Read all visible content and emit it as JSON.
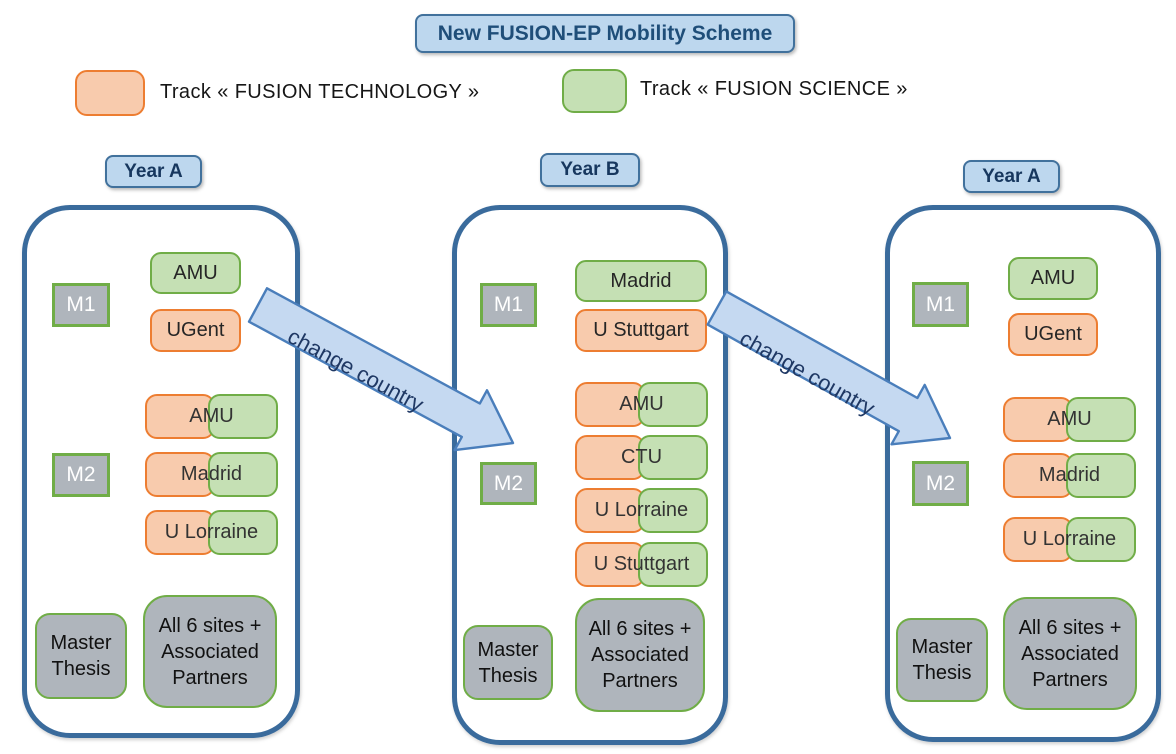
{
  "title": "New FUSION-EP Mobility Scheme",
  "legend": {
    "technology_label": "Track « FUSION TECHNOLOGY »",
    "science_label": "Track « FUSION SCIENCE »"
  },
  "arrow1": {
    "label": "change country"
  },
  "arrow2": {
    "label": "change country"
  },
  "colors": {
    "track_technology_fill": "#F8CBAD",
    "track_technology_border": "#ED7D31",
    "track_science_fill": "#C5E0B4",
    "track_science_border": "#70AD47",
    "stage_fill": "#AFB5BC",
    "year_badge_fill": "#BDD7EE",
    "year_badge_border": "#41719C",
    "title_text": "#1F4E79",
    "container_border": "#3A6B9C",
    "arrow_fill": "#C5D9F1",
    "arrow_border": "#4A7EBB"
  },
  "columns": [
    {
      "year": "Year A",
      "m1_label": "M1",
      "m1_boxes": [
        "AMU",
        "UGent"
      ],
      "m2_label": "M2",
      "m2_pairs": [
        "AMU",
        "Madrid",
        "U Lorraine"
      ],
      "master_thesis": "Master Thesis",
      "sites": "All 6 sites + Associated Partners"
    },
    {
      "year": "Year B",
      "m1_label": "M1",
      "m1_boxes": [
        "Madrid",
        "U Stuttgart"
      ],
      "m2_label": "M2",
      "m2_pairs": [
        "AMU",
        "CTU",
        "U Lorraine",
        "U Stuttgart"
      ],
      "master_thesis": "Master Thesis",
      "sites": "All 6 sites + Associated Partners"
    },
    {
      "year": "Year A",
      "m1_label": "M1",
      "m1_boxes": [
        "AMU",
        "UGent"
      ],
      "m2_label": "M2",
      "m2_pairs": [
        "AMU",
        "Madrid",
        "U Lorraine"
      ],
      "master_thesis": "Master Thesis",
      "sites": "All 6 sites + Associated Partners"
    }
  ]
}
